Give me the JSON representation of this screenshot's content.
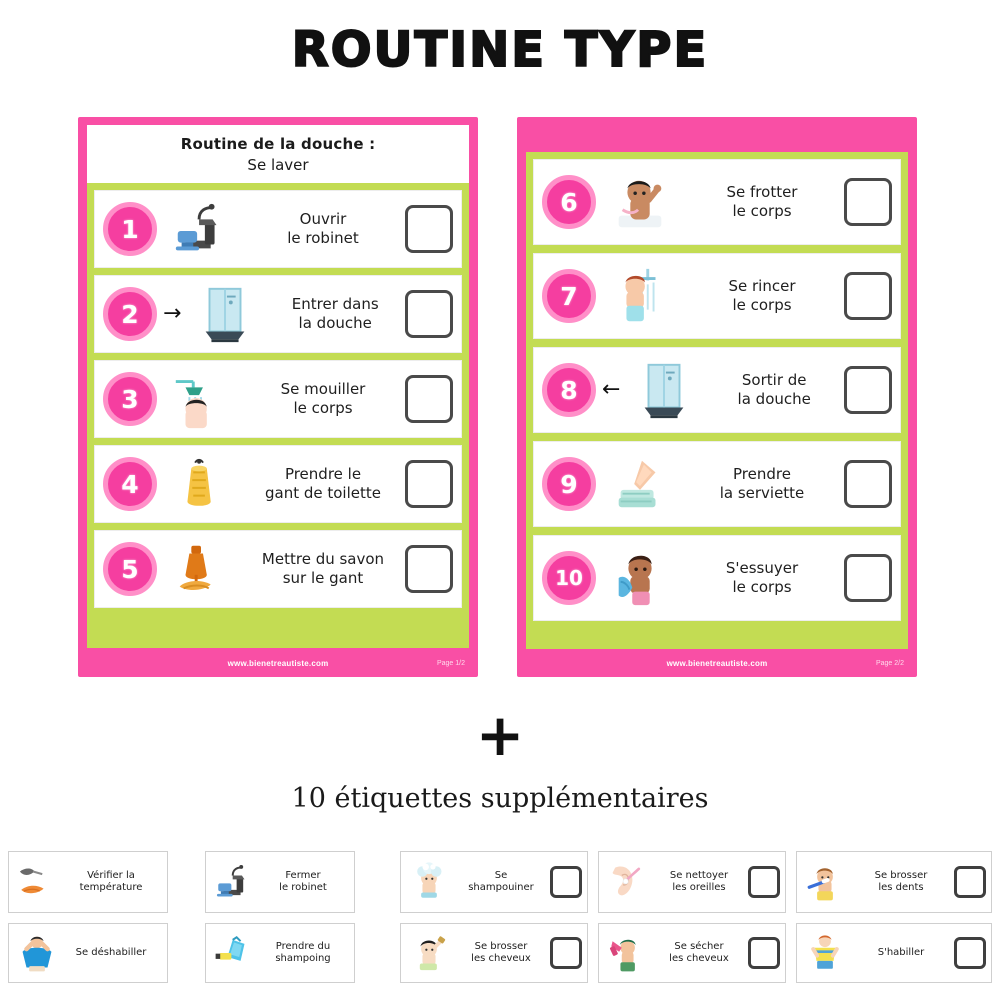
{
  "title": "ROUTINE TYPE",
  "plus_symbol": "+",
  "subtitle": "10 étiquettes supplémentaires",
  "colors": {
    "frame_pink": "#F94FA5",
    "band_green": "#C3DC53",
    "badge_pink": "#F53EA0",
    "badge_ring": "#FF8FC8",
    "checkbox_border": "#4a4a4a",
    "text": "#1f1f1f"
  },
  "cards": [
    {
      "header_line1": "Routine de la douche :",
      "header_line2": "Se laver",
      "footer_site": "www.bienetreautiste.com",
      "footer_page": "Page 1/2",
      "steps": [
        {
          "number": "1",
          "icon": "faucet-icon",
          "arrow": "",
          "line1": "Ouvrir",
          "line2": "le robinet"
        },
        {
          "number": "2",
          "icon": "shower-cabin-icon",
          "arrow": "→",
          "line1": "Entrer dans",
          "line2": "la douche"
        },
        {
          "number": "3",
          "icon": "showerhead-person-icon",
          "arrow": "",
          "line1": "Se mouiller",
          "line2": "le corps"
        },
        {
          "number": "4",
          "icon": "washcloth-icon",
          "arrow": "",
          "line1": "Prendre le",
          "line2": "gant de toilette"
        },
        {
          "number": "5",
          "icon": "soap-bottle-icon",
          "arrow": "",
          "line1": "Mettre du savon",
          "line2": "sur le gant"
        }
      ]
    },
    {
      "header_line1": "",
      "header_line2": "",
      "footer_site": "www.bienetreautiste.com",
      "footer_page": "Page 2/2",
      "steps": [
        {
          "number": "6",
          "icon": "child-scrubbing-icon",
          "arrow": "",
          "line1": "Se frotter",
          "line2": "le corps"
        },
        {
          "number": "7",
          "icon": "child-rinsing-icon",
          "arrow": "",
          "line1": "Se rincer",
          "line2": "le corps"
        },
        {
          "number": "8",
          "icon": "shower-cabin-icon",
          "arrow": "←",
          "line1": "Sortir de",
          "line2": "la douche"
        },
        {
          "number": "9",
          "icon": "towel-stack-icon",
          "arrow": "",
          "line1": "Prendre",
          "line2": "la serviette"
        },
        {
          "number": "10",
          "icon": "child-drying-icon",
          "arrow": "",
          "line1": "S'essuyer",
          "line2": "le corps"
        }
      ]
    }
  ],
  "extras": [
    {
      "icon": "hand-water-temp-icon",
      "line1": "Vérifier la",
      "line2": "température",
      "has_checkbox": false
    },
    {
      "icon": "faucet-icon",
      "line1": "Fermer",
      "line2": "le robinet",
      "has_checkbox": false
    },
    {
      "icon": "shampoo-hair-icon",
      "line1": "Se",
      "line2": "shampouiner",
      "has_checkbox": true
    },
    {
      "icon": "ear-cleaning-icon",
      "line1": "Se nettoyer",
      "line2": "les oreilles",
      "has_checkbox": true
    },
    {
      "icon": "toothbrush-child-icon",
      "line1": "Se brosser",
      "line2": "les dents",
      "has_checkbox": true
    },
    {
      "icon": "undress-child-icon",
      "line1": "Se déshabiller",
      "line2": "",
      "has_checkbox": false
    },
    {
      "icon": "shampoo-bottle-icon",
      "line1": "Prendre du",
      "line2": "shampoing",
      "has_checkbox": false
    },
    {
      "icon": "hairbrush-child-icon",
      "line1": "Se brosser",
      "line2": "les cheveux",
      "has_checkbox": true
    },
    {
      "icon": "hairdryer-child-icon",
      "line1": "Se sécher",
      "line2": "les cheveux",
      "has_checkbox": true
    },
    {
      "icon": "dressed-child-icon",
      "line1": "S'habiller",
      "line2": "",
      "has_checkbox": true
    }
  ]
}
